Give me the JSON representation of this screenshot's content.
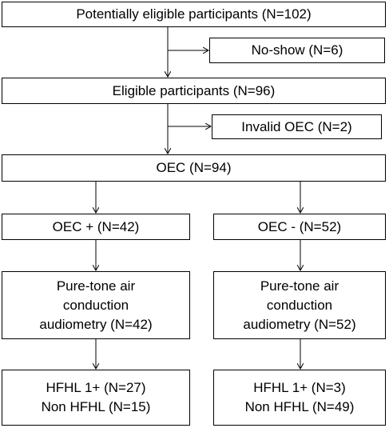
{
  "flowchart": {
    "potentially_eligible": "Potentially eligible participants (N=102)",
    "no_show": "No-show (N=6)",
    "eligible": "Eligible participants (N=96)",
    "invalid_oec": "Invalid OEC (N=2)",
    "oec": "OEC (N=94)",
    "oec_positive": "OEC + (N=42)",
    "oec_negative": "OEC - (N=52)",
    "audiometry_left": [
      "Pure-tone air",
      "conduction",
      "audiometry (N=42)"
    ],
    "audiometry_right": [
      "Pure-tone air",
      "conduction",
      "audiometry (N=52)"
    ],
    "outcome_left": [
      "HFHL 1+ (N=27)",
      "Non HFHL (N=15)"
    ],
    "outcome_right": [
      "HFHL 1+ (N=3)",
      "Non HFHL (N=49)"
    ]
  },
  "colors": {
    "line": "#000000",
    "box_border": "#000000",
    "background": "#ffffff"
  }
}
